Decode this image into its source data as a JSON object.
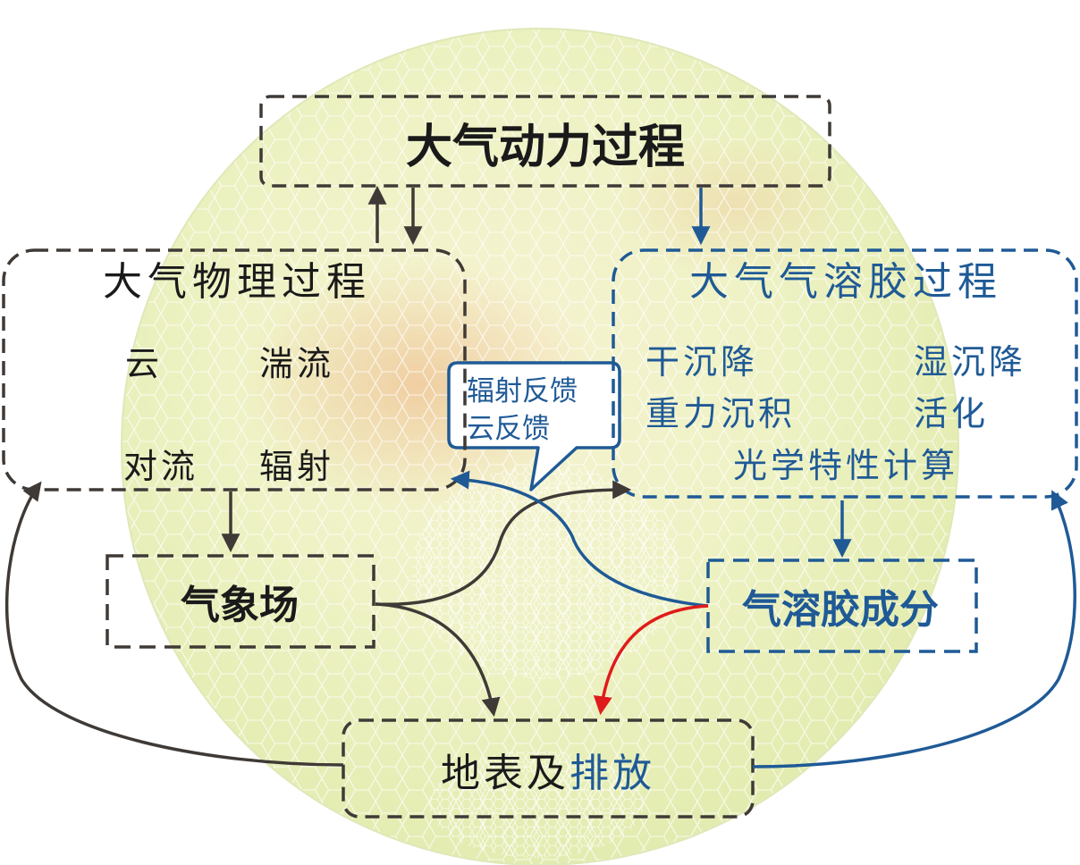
{
  "boxes": {
    "dynamics": {
      "title": "大气动力过程"
    },
    "physics": {
      "title": "大气物理过程",
      "items": [
        "云",
        "湍流",
        "对流",
        "辐射"
      ]
    },
    "aerosol": {
      "title": "大气气溶胶过程",
      "items": [
        "干沉降",
        "湿沉降",
        "重力沉积",
        "活化",
        "光学特性计算"
      ]
    },
    "meteorology": {
      "title": "气象场"
    },
    "aerosol_components": {
      "title": "气溶胶成分"
    },
    "surface": {
      "title_part1": "地表及",
      "title_part2": "排放"
    }
  },
  "callout": {
    "line1": "辐射反馈",
    "line2": "云反馈"
  },
  "colors": {
    "dark": "#3f3a36",
    "blue": "#1f5a96",
    "red": "#e01b1b",
    "globe": "#eef3c4"
  }
}
